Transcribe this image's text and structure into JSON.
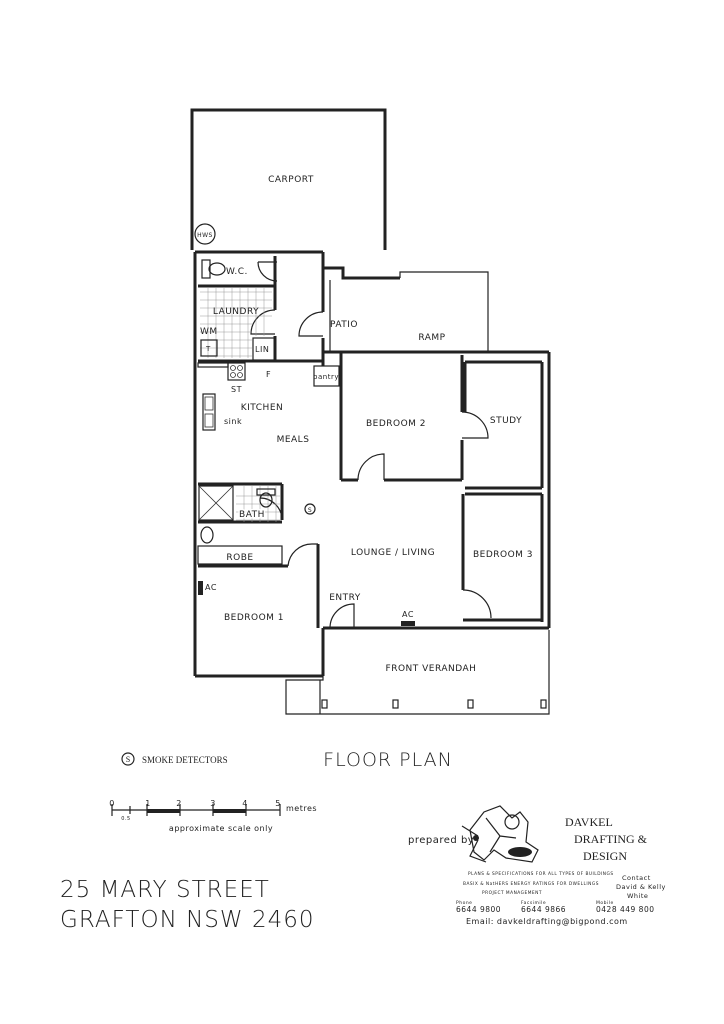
{
  "rooms": {
    "carport": "CARPORT",
    "hws": "HWS",
    "wc": "W.C.",
    "laundry": "LAUNDRY",
    "wm": "WM",
    "t": "T",
    "lin": "LIN",
    "patio": "PATIO",
    "ramp": "RAMP",
    "st": "ST",
    "f": "F",
    "pantry": "pantry",
    "kitchen": "KITCHEN",
    "sink": "sink",
    "meals": "MEALS",
    "bedroom2": "BEDROOM 2",
    "study": "STUDY",
    "bath": "BATH",
    "smoke_marker": "S",
    "robe": "ROBE",
    "lounge": "LOUNGE / LIVING",
    "bedroom3": "BEDROOM 3",
    "ac1": "AC",
    "entry": "ENTRY",
    "ac2": "AC",
    "bedroom1": "BEDROOM 1",
    "verandah": "FRONT VERANDAH"
  },
  "legend": {
    "symbol": "S",
    "label": "SMOKE DETECTORS"
  },
  "plan_title": "FLOOR PLAN",
  "scale": {
    "ticks": [
      "0",
      "0.5",
      "1",
      "2",
      "3",
      "4",
      "5"
    ],
    "unit": "metres",
    "note": "approximate scale only"
  },
  "address": {
    "line1": "25 MARY STREET",
    "line2": "GRAFTON NSW 2460"
  },
  "credits": {
    "prepared_by": "prepared by",
    "company_line1": "DAVKEL",
    "company_line2": "DRAFTING &",
    "company_line3": "DESIGN",
    "service1": "PLANS & SPECIFICATIONS FOR ALL TYPES OF BUILDINGS",
    "service2": "BASIX & NatHERS ENERGY RATINGS FOR DWELLINGS",
    "service3": "PROJECT MANAGEMENT",
    "contact_label": "Contact",
    "contact_names": "David & Kelly",
    "contact_surname": "White",
    "phone_label": "Phone",
    "phone": "6644 9800",
    "fax_label": "Facsimile",
    "fax": "6644 9866",
    "mobile_label": "Mobile",
    "mobile": "0428 449 800",
    "email": "Email: davkeldrafting@bigpond.com"
  }
}
